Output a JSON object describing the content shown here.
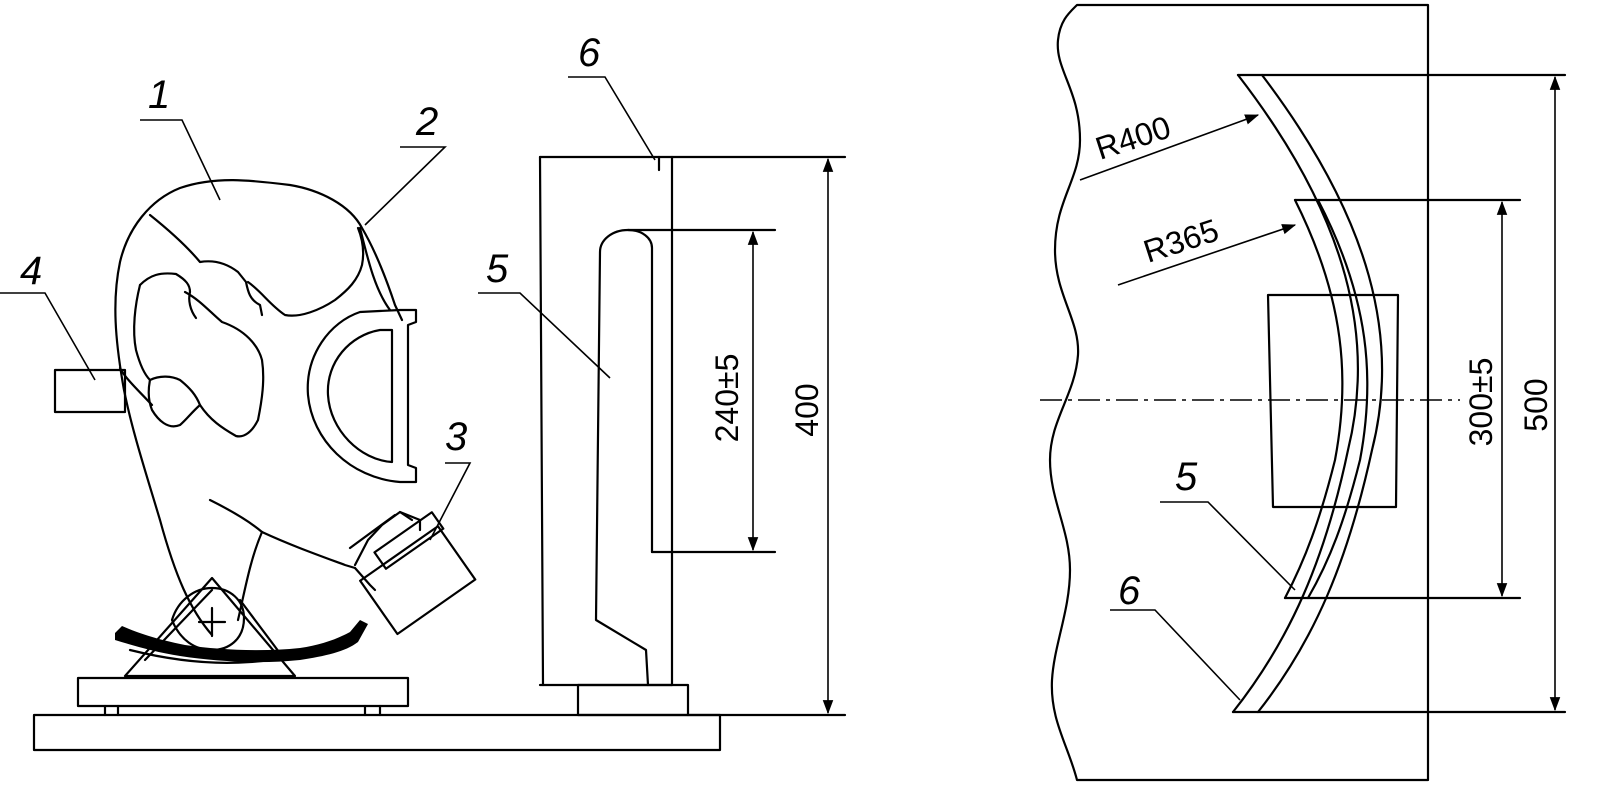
{
  "callouts": {
    "c1": "1",
    "c2": "2",
    "c3": "3",
    "c4": "4",
    "c5_left": "5",
    "c6_left": "6",
    "c5_right": "5",
    "c6_right": "6"
  },
  "dimensions": {
    "d_240": "240±5",
    "d_400": "400",
    "d_r400": "R400",
    "d_r365": "R365",
    "d_300": "300±5",
    "d_500": "500"
  }
}
